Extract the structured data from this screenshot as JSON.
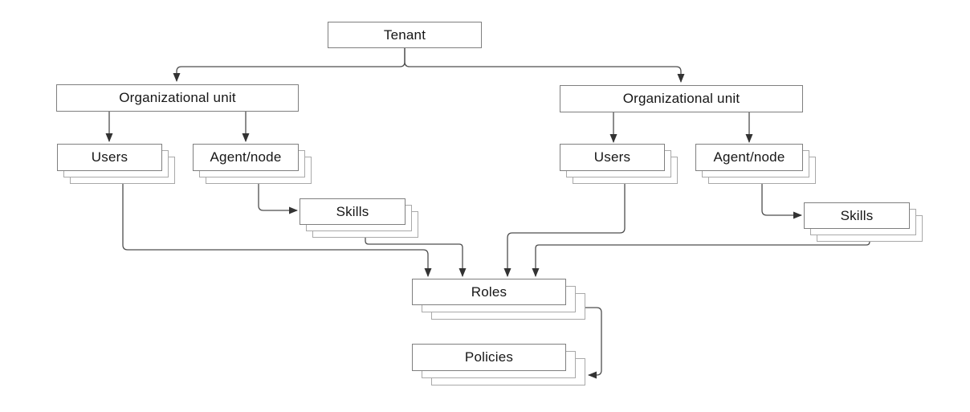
{
  "diagram": {
    "nodes": {
      "tenant": {
        "label": "Tenant",
        "stacked": false
      },
      "org_unit_left": {
        "label": "Organizational unit",
        "stacked": false
      },
      "org_unit_right": {
        "label": "Organizational unit",
        "stacked": false
      },
      "users_left": {
        "label": "Users",
        "stacked": true
      },
      "agent_node_left": {
        "label": "Agent/node",
        "stacked": true
      },
      "skills_left": {
        "label": "Skills",
        "stacked": true
      },
      "users_right": {
        "label": "Users",
        "stacked": true
      },
      "agent_node_right": {
        "label": "Agent/node",
        "stacked": true
      },
      "skills_right": {
        "label": "Skills",
        "stacked": true
      },
      "roles": {
        "label": "Roles",
        "stacked": true
      },
      "policies": {
        "label": "Policies",
        "stacked": true
      }
    },
    "edges": [
      {
        "from": "tenant",
        "to": "org_unit_left"
      },
      {
        "from": "tenant",
        "to": "org_unit_right"
      },
      {
        "from": "org_unit_left",
        "to": "users_left"
      },
      {
        "from": "org_unit_left",
        "to": "agent_node_left"
      },
      {
        "from": "org_unit_right",
        "to": "users_right"
      },
      {
        "from": "org_unit_right",
        "to": "agent_node_right"
      },
      {
        "from": "agent_node_left",
        "to": "skills_left"
      },
      {
        "from": "agent_node_right",
        "to": "skills_right"
      },
      {
        "from": "users_left",
        "to": "roles"
      },
      {
        "from": "skills_left",
        "to": "roles"
      },
      {
        "from": "users_right",
        "to": "roles"
      },
      {
        "from": "skills_right",
        "to": "roles"
      },
      {
        "from": "roles",
        "to": "policies"
      }
    ],
    "colors": {
      "background": "#ffffff",
      "box_fill": "#ffffff",
      "box_border": "#7f7f7f",
      "stack_border": "#a9a9a9",
      "connector": "#4d4d4d",
      "arrowhead": "#333333",
      "text": "#161616"
    }
  }
}
